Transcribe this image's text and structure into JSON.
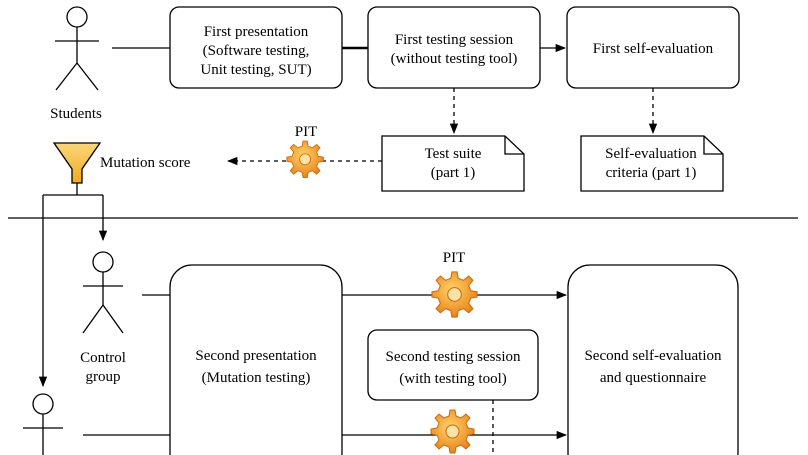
{
  "actors": {
    "students": "Students",
    "control_group": [
      "Control",
      "group"
    ]
  },
  "filter": {
    "label": "Mutation score",
    "color": "#F5B93B"
  },
  "tool": {
    "name": "PIT",
    "gear_color": "#F39C23"
  },
  "boxes": {
    "first_presentation": [
      "First presentation",
      "(Software testing,",
      "Unit testing, SUT)"
    ],
    "first_testing_session": [
      "First testing session",
      "(without testing tool)"
    ],
    "first_self_evaluation": [
      "First self-evaluation"
    ],
    "test_suite": [
      "Test suite",
      "(part 1)"
    ],
    "self_evaluation_criteria": [
      "Self-evaluation",
      "criteria (part 1)"
    ],
    "second_presentation": [
      "Second presentation",
      "(Mutation testing)"
    ],
    "second_testing_session": [
      "Second testing session",
      "(with testing tool)"
    ],
    "second_self_evaluation": [
      "Second self-evaluation",
      "and questionnaire"
    ]
  }
}
